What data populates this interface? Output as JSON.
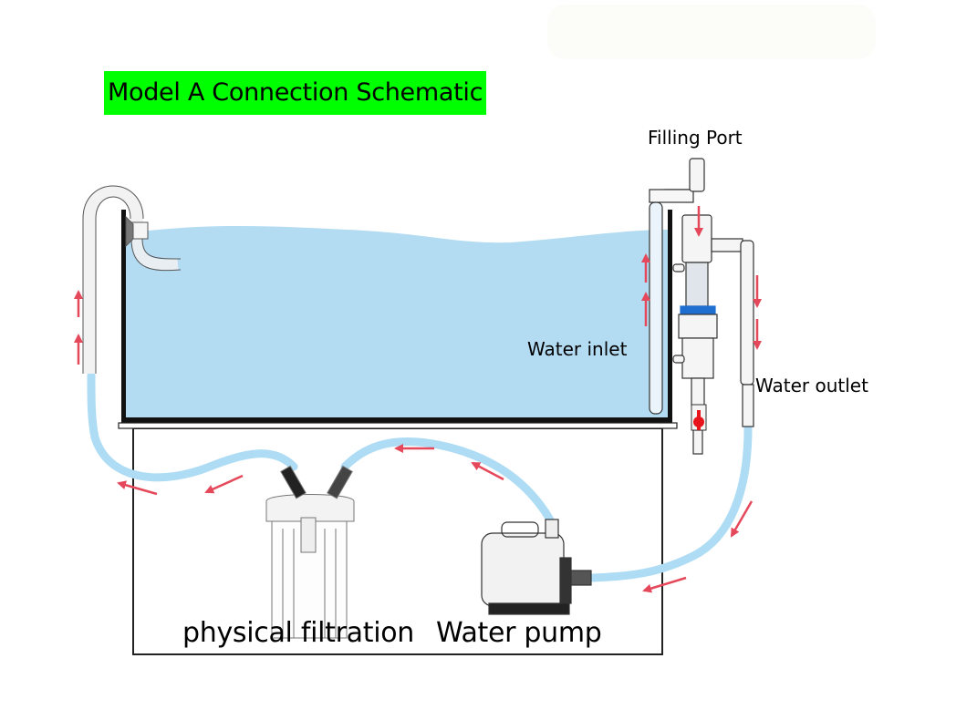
{
  "title": "Model A Connection Schematic",
  "labels": {
    "filling_port": "Filling Port",
    "water_inlet": "Water inlet",
    "water_outlet": "Water outlet",
    "physical_filtration": "physical filtration",
    "water_pump": "Water pump"
  },
  "colors": {
    "title_highlight": "#00ff00",
    "water": "#b3dcf3",
    "hose": "#aedcf4",
    "flow_arrow": "#e5485a",
    "valve_handle": "#e8141c",
    "seal_ring": "#1f6fd1",
    "tank_frame": "#111111"
  },
  "flow_path": [
    "Water outlet",
    "Water pump",
    "physical filtration",
    "Return pipe into tank",
    "Water inlet",
    "Filling Port"
  ]
}
